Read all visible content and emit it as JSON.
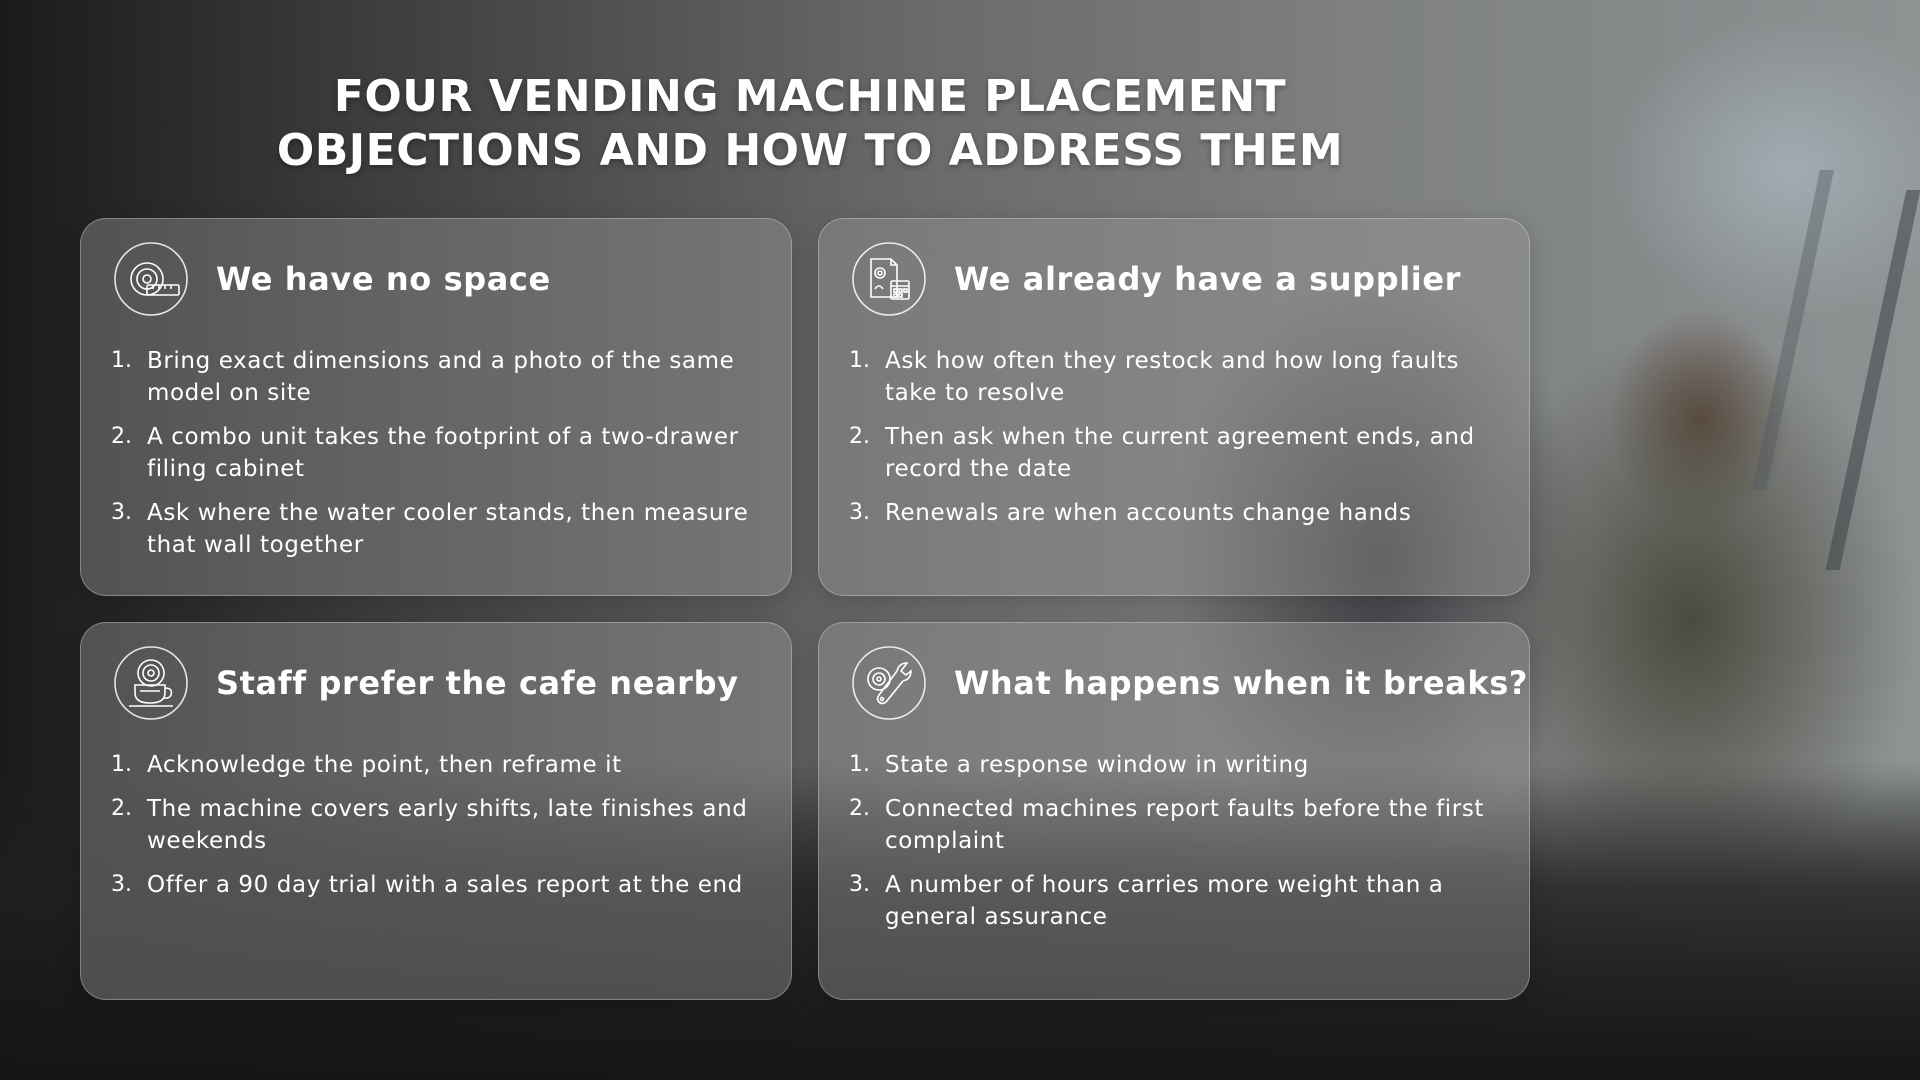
{
  "title": {
    "line1": "FOUR VENDING MACHINE PLACEMENT",
    "line2": "OBJECTIONS AND HOW TO ADDRESS THEM"
  },
  "cards": [
    {
      "icon": "tape-measure-icon",
      "title": "We have no space",
      "items": [
        {
          "num": "1.",
          "text": "Bring exact dimensions and a photo of the same model on site"
        },
        {
          "num": "2.",
          "text": "A combo unit takes the footprint of a two-drawer filing cabinet"
        },
        {
          "num": "3.",
          "text": "Ask where the water cooler stands, then measure that wall together"
        }
      ]
    },
    {
      "icon": "contract-calendar-icon",
      "title": "We already have a supplier",
      "items": [
        {
          "num": "1.",
          "text": "Ask how often they restock and how long faults take to resolve"
        },
        {
          "num": "2.",
          "text": "Then ask when the current agreement ends, and record the date"
        },
        {
          "num": "3.",
          "text": "Renewals are when accounts change hands"
        }
      ]
    },
    {
      "icon": "coffee-cup-icon",
      "title": "Staff prefer the cafe nearby",
      "items": [
        {
          "num": "1.",
          "text": "Acknowledge the point, then reframe it"
        },
        {
          "num": "2.",
          "text": "The machine covers early shifts, late finishes and weekends"
        },
        {
          "num": "3.",
          "text": "Offer a 90 day trial with a sales report at the end"
        }
      ]
    },
    {
      "icon": "wrench-gear-icon",
      "title": "What happens when it breaks?",
      "items": [
        {
          "num": "1.",
          "text": "State a response window in writing"
        },
        {
          "num": "2.",
          "text": "Connected machines report faults before the first complaint"
        },
        {
          "num": "3.",
          "text": "A number of hours carries more weight than a general assurance"
        }
      ]
    }
  ]
}
